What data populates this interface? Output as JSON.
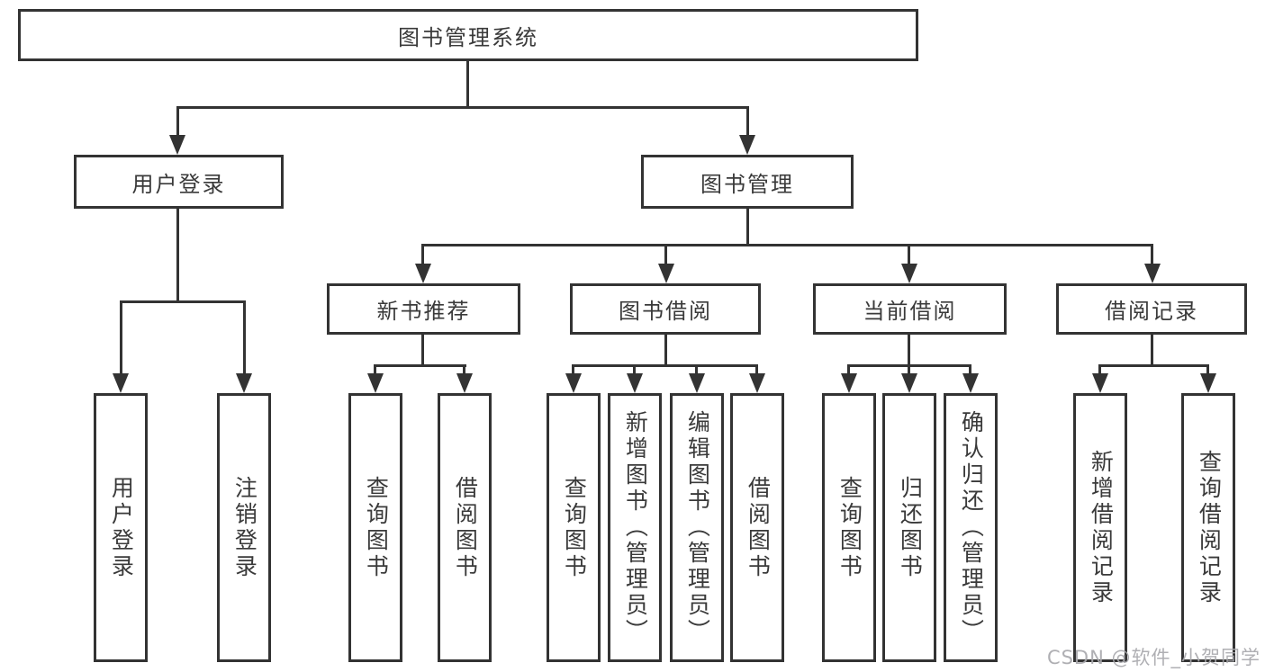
{
  "diagram": {
    "type": "tree",
    "root": {
      "label": "图书管理系统"
    },
    "level2": [
      {
        "id": "user-login",
        "label": "用户登录"
      },
      {
        "id": "book-management",
        "label": "图书管理"
      }
    ],
    "level3": [
      {
        "id": "new-book-recommend",
        "label": "新书推荐",
        "parent": "book-management"
      },
      {
        "id": "book-borrowing",
        "label": "图书借阅",
        "parent": "book-management"
      },
      {
        "id": "current-borrowing",
        "label": "当前借阅",
        "parent": "book-management"
      },
      {
        "id": "borrowing-records",
        "label": "借阅记录",
        "parent": "book-management"
      }
    ],
    "leaves": [
      {
        "label": "用户登录",
        "parent": "user-login"
      },
      {
        "label": "注销登录",
        "parent": "user-login"
      },
      {
        "label": "查询图书",
        "parent": "new-book-recommend"
      },
      {
        "label": "借阅图书",
        "parent": "new-book-recommend"
      },
      {
        "label": "查询图书",
        "parent": "book-borrowing"
      },
      {
        "label": "新增图书（管理员）",
        "parent": "book-borrowing"
      },
      {
        "label": "编辑图书（管理员）",
        "parent": "book-borrowing"
      },
      {
        "label": "借阅图书",
        "parent": "book-borrowing"
      },
      {
        "label": "查询图书",
        "parent": "current-borrowing"
      },
      {
        "label": "归还图书",
        "parent": "current-borrowing"
      },
      {
        "label": "确认归还（管理员）",
        "parent": "current-borrowing"
      },
      {
        "label": "新增借阅记录",
        "parent": "borrowing-records"
      },
      {
        "label": "查询借阅记录",
        "parent": "borrowing-records"
      }
    ]
  },
  "watermark": {
    "text": "CSDN @软件_小贺同学",
    "color": "#a9a9ad"
  },
  "colors": {
    "line": "#333333",
    "box_border": "#333333",
    "text": "#3a3a3a",
    "background": "#ffffff"
  }
}
